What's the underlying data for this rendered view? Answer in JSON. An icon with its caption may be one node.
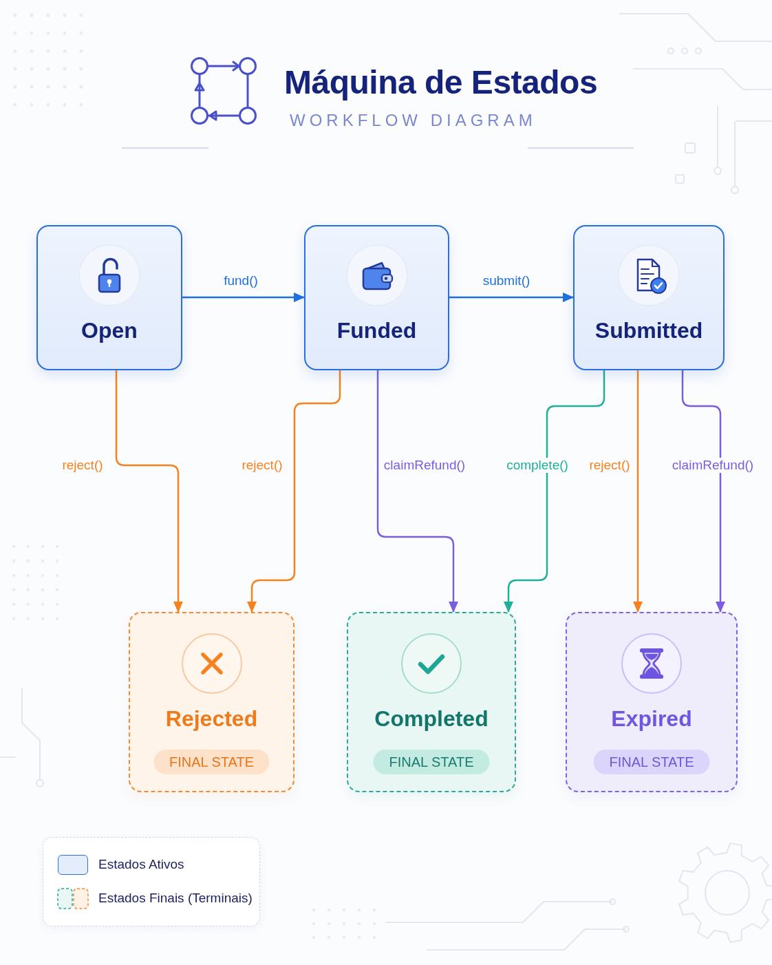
{
  "diagram": {
    "title": "Máquina de Estados",
    "nodes": [
      {
        "text": [
          "Open"
        ]
      },
      {
        "text": [
          "Funded"
        ]
      },
      {
        "text": [
          "Submitted"
        ]
      },
      {
        "text": [
          "Rejected",
          "FINAL STATE"
        ]
      },
      {
        "text": [
          "Completed",
          "FINAL STATE"
        ]
      },
      {
        "text": [
          "Expired",
          "FINAL STATE"
        ]
      }
    ],
    "edges": [
      {
        "from": 0,
        "to": 1,
        "arrow": "to",
        "label": "fund()",
        "color": "#1f6fe0"
      },
      {
        "from": 1,
        "to": 2,
        "arrow": "to",
        "label": "submit()",
        "color": "#1f6fe0"
      },
      {
        "from": 0,
        "to": 3,
        "arrow": "to",
        "label": "reject()",
        "color": "#f5821f"
      },
      {
        "from": 1,
        "to": 3,
        "arrow": "to",
        "label": "reject()",
        "color": "#f5821f"
      },
      {
        "from": 1,
        "to": 4,
        "arrow": "to",
        "label": "claimRefund()",
        "color": "#7a5de0"
      },
      {
        "from": 2,
        "to": 4,
        "arrow": "to",
        "label": "complete()",
        "color": "#1fae9a"
      },
      {
        "from": 2,
        "to": 5,
        "arrow": "to",
        "label": "reject()",
        "color": "#f5821f"
      },
      {
        "from": 2,
        "to": 5,
        "arrow": "to",
        "label": "claimRefund()",
        "color": "#7a5de0"
      }
    ],
    "labels": [
      "WORKFLOW DIAGRAM"
    ],
    "legend": [
      {
        "text": "Estados Ativos",
        "color": "#e4edfc"
      },
      {
        "text": "Estados Finais (Terminais)"
      }
    ]
  }
}
